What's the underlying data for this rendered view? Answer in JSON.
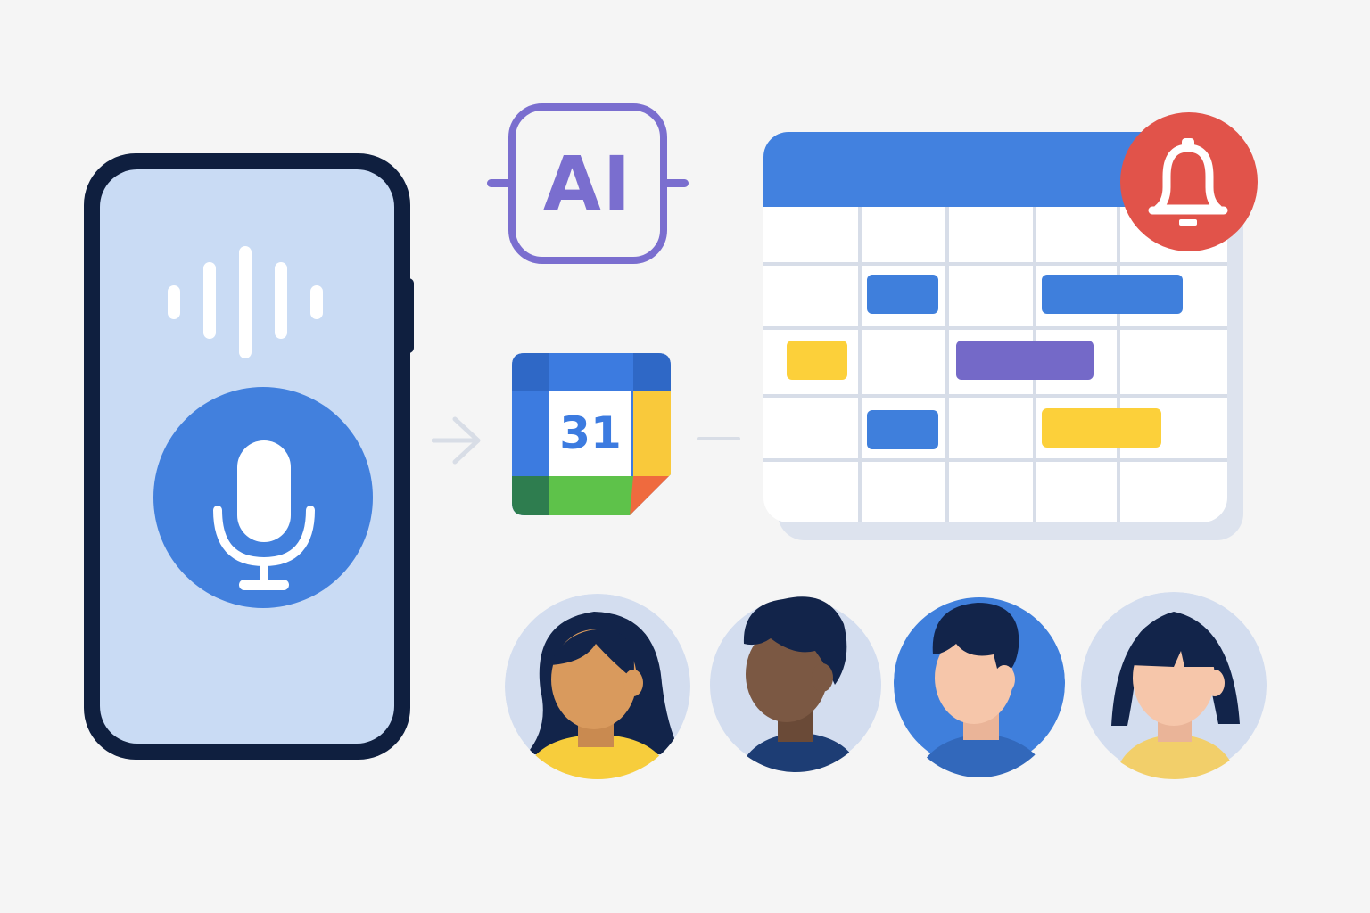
{
  "ai_chip": {
    "label": "AI"
  },
  "calendar_app": {
    "day_number": "31"
  },
  "colors": {
    "background": "#f5f5f5",
    "phone_frame": "#0f1f3f",
    "phone_screen": "#c9dbf4",
    "primary_blue": "#4280dd",
    "ai_purple": "#7a6ecf",
    "alert_red": "#e1534a",
    "event_yellow": "#fcd03a",
    "event_purple": "#7469c8"
  },
  "icons": {
    "phone": "smartphone-icon",
    "voice": "sound-wave-icon",
    "mic": "microphone-icon",
    "arrow": "arrow-right-icon",
    "ai": "ai-chip-icon",
    "calendar_app": "calendar-app-icon",
    "notification": "bell-icon"
  },
  "people": [
    {
      "name": "person-1",
      "skin": "#d99a5d",
      "hair": "#12244a",
      "shirt": "#f7cd3c",
      "bg": "#d3ddef"
    },
    {
      "name": "person-2",
      "skin": "#7b5843",
      "hair": "#12244a",
      "shirt": "#1d3d74",
      "bg": "#d3ddef"
    },
    {
      "name": "person-3",
      "skin": "#f6c6aa",
      "hair": "#12244a",
      "shirt": "#3268bb",
      "bg": "#3f7fdc"
    },
    {
      "name": "person-4",
      "skin": "#f6c6aa",
      "hair": "#12244a",
      "shirt": "#f2cf6a",
      "bg": "#d3ddef"
    }
  ]
}
